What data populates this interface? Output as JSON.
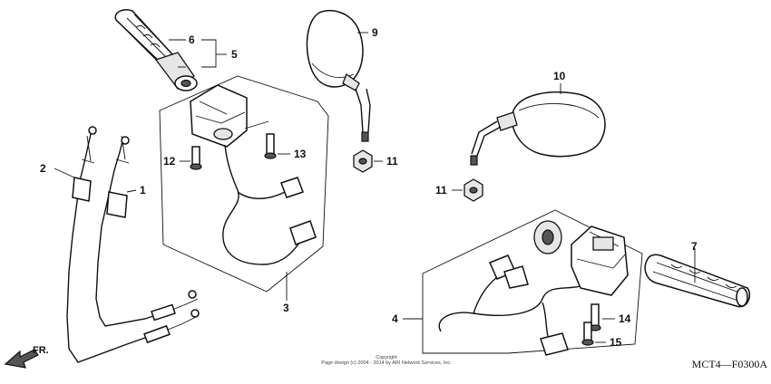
{
  "labels": {
    "p1": "1",
    "p2": "2",
    "p3": "3",
    "p4": "4",
    "p5": "5",
    "p6": "6",
    "p7": "7",
    "p9": "9",
    "p10": "10",
    "p11a": "11",
    "p11b": "11",
    "p12": "12",
    "p13": "13",
    "p14": "14",
    "p15": "15"
  },
  "direction_label": "FR.",
  "diagram_code": "MCT4—F0300A",
  "copyright": {
    "line1": "Copyright",
    "line2": "Page design (c) 2004 - 2014 by ARI Network Services, Inc."
  }
}
